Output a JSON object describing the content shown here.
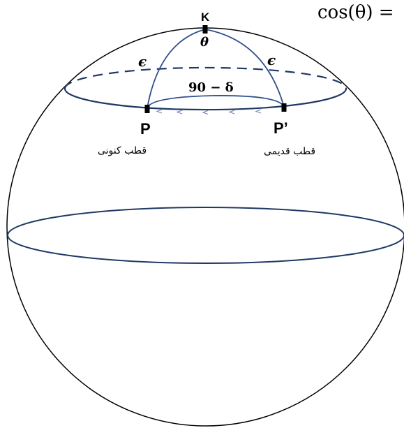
{
  "formula_fragment": "cos(θ) =",
  "points": {
    "k": "K",
    "p": "P",
    "p_prime": "P’"
  },
  "angle_label": "θ",
  "arc_labels": {
    "left": "ϵ",
    "right": "ϵ",
    "base": "90 − δ"
  },
  "captions": {
    "current_pole": "قطب کنونی",
    "old_pole": "قطب قدیمی"
  },
  "colors": {
    "sphere_outline": "#000000",
    "circles": "#1f3864",
    "arc_small": "#2f4f8a",
    "markers": "#000000"
  }
}
